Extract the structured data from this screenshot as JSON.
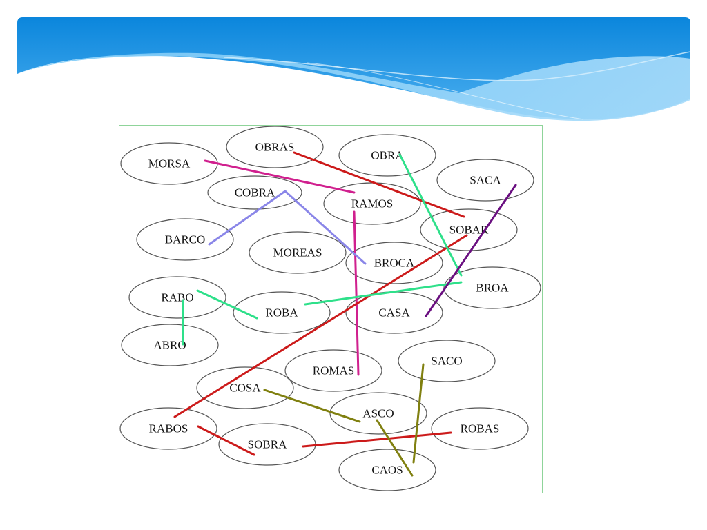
{
  "slide": {
    "accent_colors": [
      "#0f8ee0",
      "#6ec4f5",
      "#d6eefc"
    ]
  },
  "diagram": {
    "nodes": [
      {
        "id": "morsa",
        "label": "MORSA"
      },
      {
        "id": "obras",
        "label": "OBRAS"
      },
      {
        "id": "obra",
        "label": "OBRA"
      },
      {
        "id": "saca",
        "label": "SACA"
      },
      {
        "id": "cobra",
        "label": "COBRA"
      },
      {
        "id": "ramos",
        "label": "RAMOS"
      },
      {
        "id": "sobar",
        "label": "SOBAR"
      },
      {
        "id": "barco",
        "label": "BARCO"
      },
      {
        "id": "moreas",
        "label": "MOREAS"
      },
      {
        "id": "broca",
        "label": "BROCA"
      },
      {
        "id": "broa",
        "label": "BROA"
      },
      {
        "id": "rabo",
        "label": "RABO"
      },
      {
        "id": "roba",
        "label": "ROBA"
      },
      {
        "id": "casa",
        "label": "CASA"
      },
      {
        "id": "abro",
        "label": "ABRO"
      },
      {
        "id": "saco",
        "label": "SACO"
      },
      {
        "id": "romas",
        "label": "ROMAS"
      },
      {
        "id": "cosa",
        "label": "COSA"
      },
      {
        "id": "asco",
        "label": "ASCO"
      },
      {
        "id": "rabos",
        "label": "RABOS"
      },
      {
        "id": "robas",
        "label": "ROBAS"
      },
      {
        "id": "sobra",
        "label": "SOBRA"
      },
      {
        "id": "caos",
        "label": "CAOS"
      }
    ],
    "edges": [
      {
        "from": "morsa",
        "to": "ramos",
        "color": "#d0208e"
      },
      {
        "from": "ramos",
        "to": "romas",
        "color": "#d0208e"
      },
      {
        "from": "obras",
        "to": "sobar",
        "color": "#cc1a1a"
      },
      {
        "from": "sobar",
        "to": "rabos",
        "color": "#cc1a1a"
      },
      {
        "from": "rabos",
        "to": "sobra",
        "color": "#cc1a1a"
      },
      {
        "from": "sobra",
        "to": "robas",
        "color": "#cc1a1a"
      },
      {
        "from": "obra",
        "to": "broa",
        "color": "#2ee08a"
      },
      {
        "from": "broa",
        "to": "roba",
        "color": "#2ee08a"
      },
      {
        "from": "roba",
        "to": "rabo",
        "color": "#2ee08a"
      },
      {
        "from": "rabo",
        "to": "abro",
        "color": "#2ee08a"
      },
      {
        "from": "cobra",
        "to": "barco",
        "color": "#8a86e8"
      },
      {
        "from": "cobra",
        "to": "broca",
        "color": "#8a86e8"
      },
      {
        "from": "saca",
        "to": "casa",
        "color": "#6a0f80"
      },
      {
        "from": "cosa",
        "to": "asco",
        "color": "#808010"
      },
      {
        "from": "asco",
        "to": "caos",
        "color": "#808010"
      },
      {
        "from": "caos",
        "to": "saco",
        "color": "#808010"
      }
    ]
  }
}
